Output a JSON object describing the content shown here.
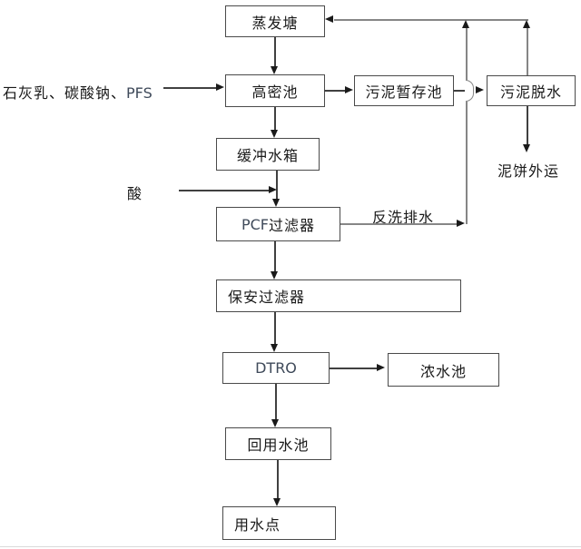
{
  "diagram": {
    "type": "process-flowchart",
    "nodes": {
      "evaporation_pond": {
        "label": "蒸发塘"
      },
      "high_density_tank": {
        "label": "高密池"
      },
      "sludge_storage": {
        "label": "污泥暂存池"
      },
      "sludge_dewatering": {
        "label": "污泥脱水"
      },
      "buffer_tank": {
        "label": "缓冲水箱"
      },
      "pcf_filter": {
        "label_latin": "PCF",
        "label_cjk": " 过滤器"
      },
      "security_filter": {
        "label": "保安过滤器"
      },
      "dtro": {
        "label": "DTRO"
      },
      "concentrate_pond": {
        "label": "浓水池"
      },
      "reuse_pond": {
        "label": "回用水池"
      },
      "water_use_point": {
        "label": "用水点"
      }
    },
    "annotations": {
      "reagents_cjk": "石灰乳、碳酸钠、",
      "reagents_latin": "PFS",
      "acid": "酸",
      "backwash_drain": "反洗排水",
      "mud_cake_out": "泥饼外运"
    },
    "colors": {
      "box_border": "#4a4a4a",
      "flow_line": "#404040",
      "feedback_line": "#868686",
      "arrowhead": "#1a1a1a",
      "text": "#1a1a1a",
      "latin_text": "#3f4a5a",
      "background": "#ffffff"
    }
  }
}
